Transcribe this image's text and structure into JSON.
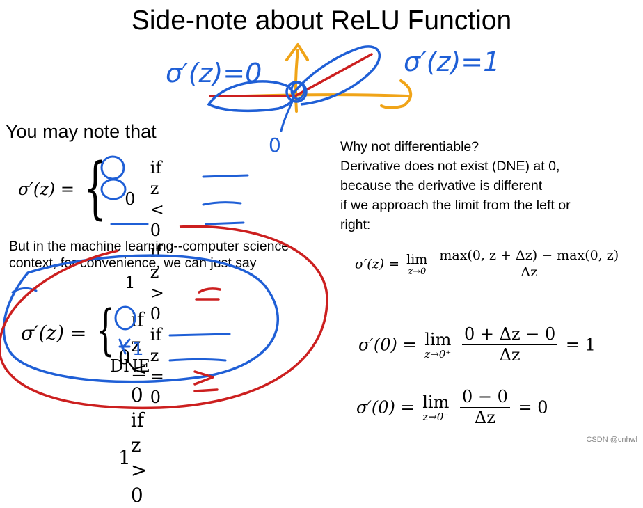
{
  "slide": {
    "title": "Side-note about ReLU Function",
    "intro": "You may note that",
    "ml_text": "But in the machine learning--computer science context, for convenience, we can just say",
    "why_lines": [
      "Why not differentiable?",
      "Derivative does not exist (DNE) at 0,",
      "because the derivative is different",
      "if we approach the limit from the left or",
      "right:"
    ],
    "watermark": "CSDN @cnhwl"
  },
  "equations": {
    "lhs": "σ′(z) =",
    "cases_first": [
      {
        "value": "0",
        "condition": "if z < 0"
      },
      {
        "value": "1",
        "condition": "if z > 0"
      },
      {
        "value": "DNE",
        "condition": "if z = 0"
      }
    ],
    "cases_second": [
      {
        "value": "0",
        "condition": "if z ≤ 0"
      },
      {
        "value": "1",
        "condition": "if z > 0"
      }
    ],
    "limit_def": {
      "lhs": "σ′(z) =",
      "lim": "lim",
      "sub": "z→0",
      "num": "max(0, z + Δz) − max(0, z)",
      "den": "Δz"
    },
    "right_limit": {
      "lhs": "σ′(0) =",
      "lim": "lim",
      "sub": "z→0⁺",
      "num": "0 + Δz − 0",
      "den": "Δz",
      "result": "= 1"
    },
    "left_limit": {
      "lhs": "σ′(0) =",
      "lim": "lim",
      "sub": "z→0⁻",
      "num": "0 − 0",
      "den": "Δz",
      "result": "= 0"
    }
  },
  "handwriting": {
    "left_label": "σ′(z)=0",
    "right_label": "σ′(z)=1",
    "origin_label": "0",
    "correction_one": "1"
  },
  "colors": {
    "ink_blue": "#1f5fd6",
    "ink_red": "#cc1f1f",
    "ink_orange": "#f0a418"
  }
}
